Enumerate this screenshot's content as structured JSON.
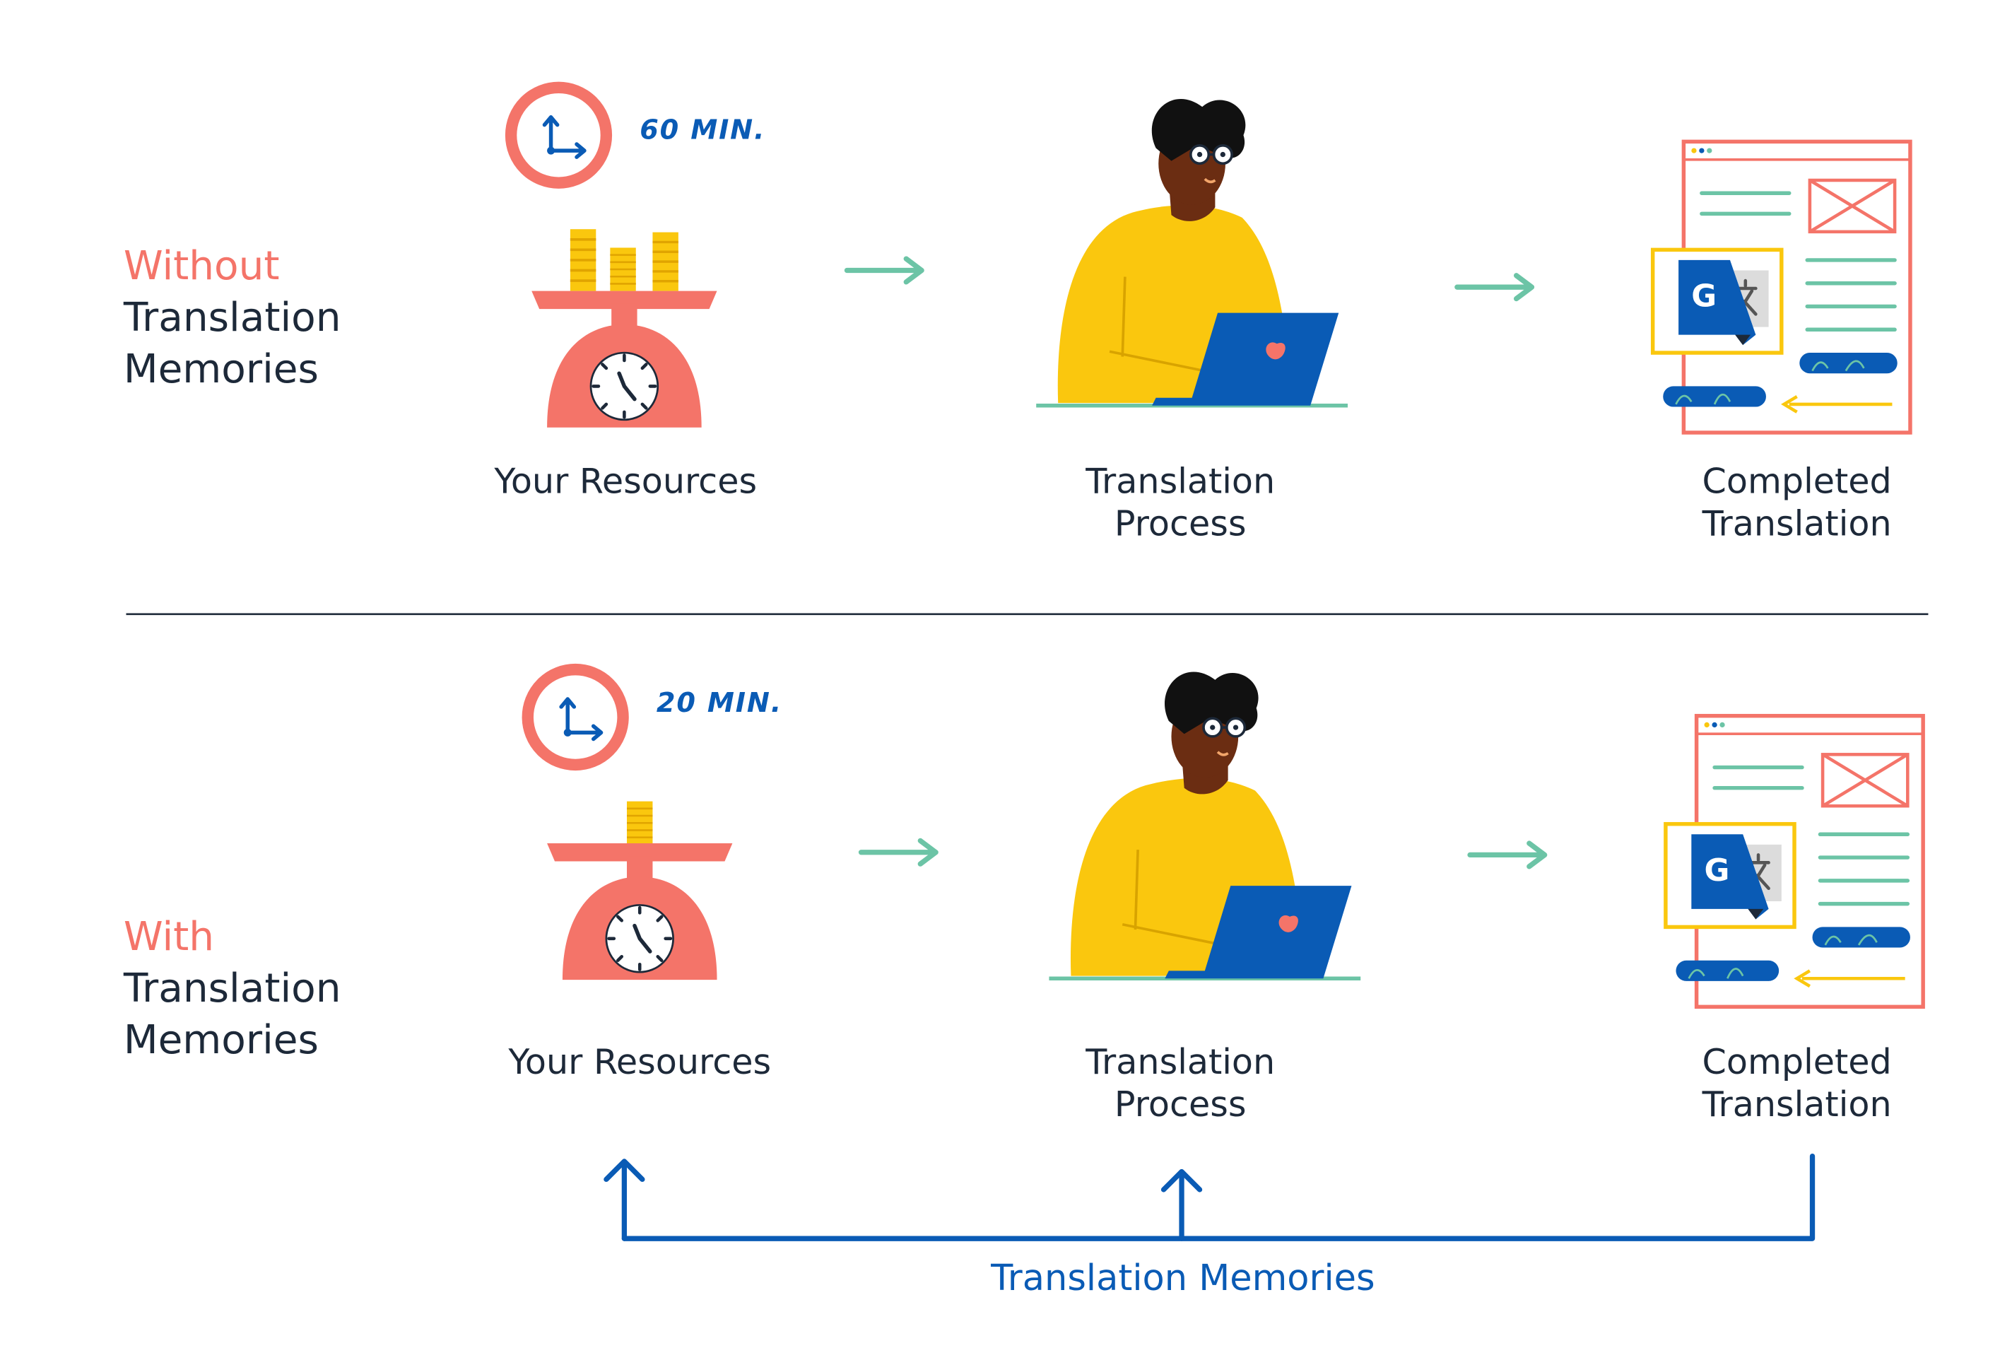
{
  "rows": [
    {
      "label_accent": "Without",
      "label_line1": "Translation",
      "label_line2": "Memories",
      "time_text": "60 MIN.",
      "coin_stacks": 3,
      "steps": [
        {
          "line1": "Your Resources",
          "line2": ""
        },
        {
          "line1": "Translation",
          "line2": "Process"
        },
        {
          "line1": "Completed",
          "line2": "Translation"
        }
      ]
    },
    {
      "label_accent": "With",
      "label_line1": "Translation",
      "label_line2": "Memories",
      "time_text": "20 MIN.",
      "coin_stacks": 1,
      "steps": [
        {
          "line1": "Your Resources",
          "line2": ""
        },
        {
          "line1": "Translation",
          "line2": "Process"
        },
        {
          "line1": "Completed",
          "line2": "Translation"
        }
      ]
    }
  ],
  "feedback_label": "Translation Memories",
  "colors": {
    "coral": "#f47469",
    "blue": "#0a5bb5",
    "yellow": "#fac70e",
    "teal": "#6cc4a6",
    "dark_text": "#1d2939",
    "skin": "#6b2d12"
  },
  "icons": [
    "clock-icon",
    "scale-icon",
    "coins-icon",
    "arrow-right-icon",
    "translator-person-icon",
    "laptop-icon",
    "translated-document-icon",
    "google-translate-icon",
    "arrow-up-icon"
  ]
}
